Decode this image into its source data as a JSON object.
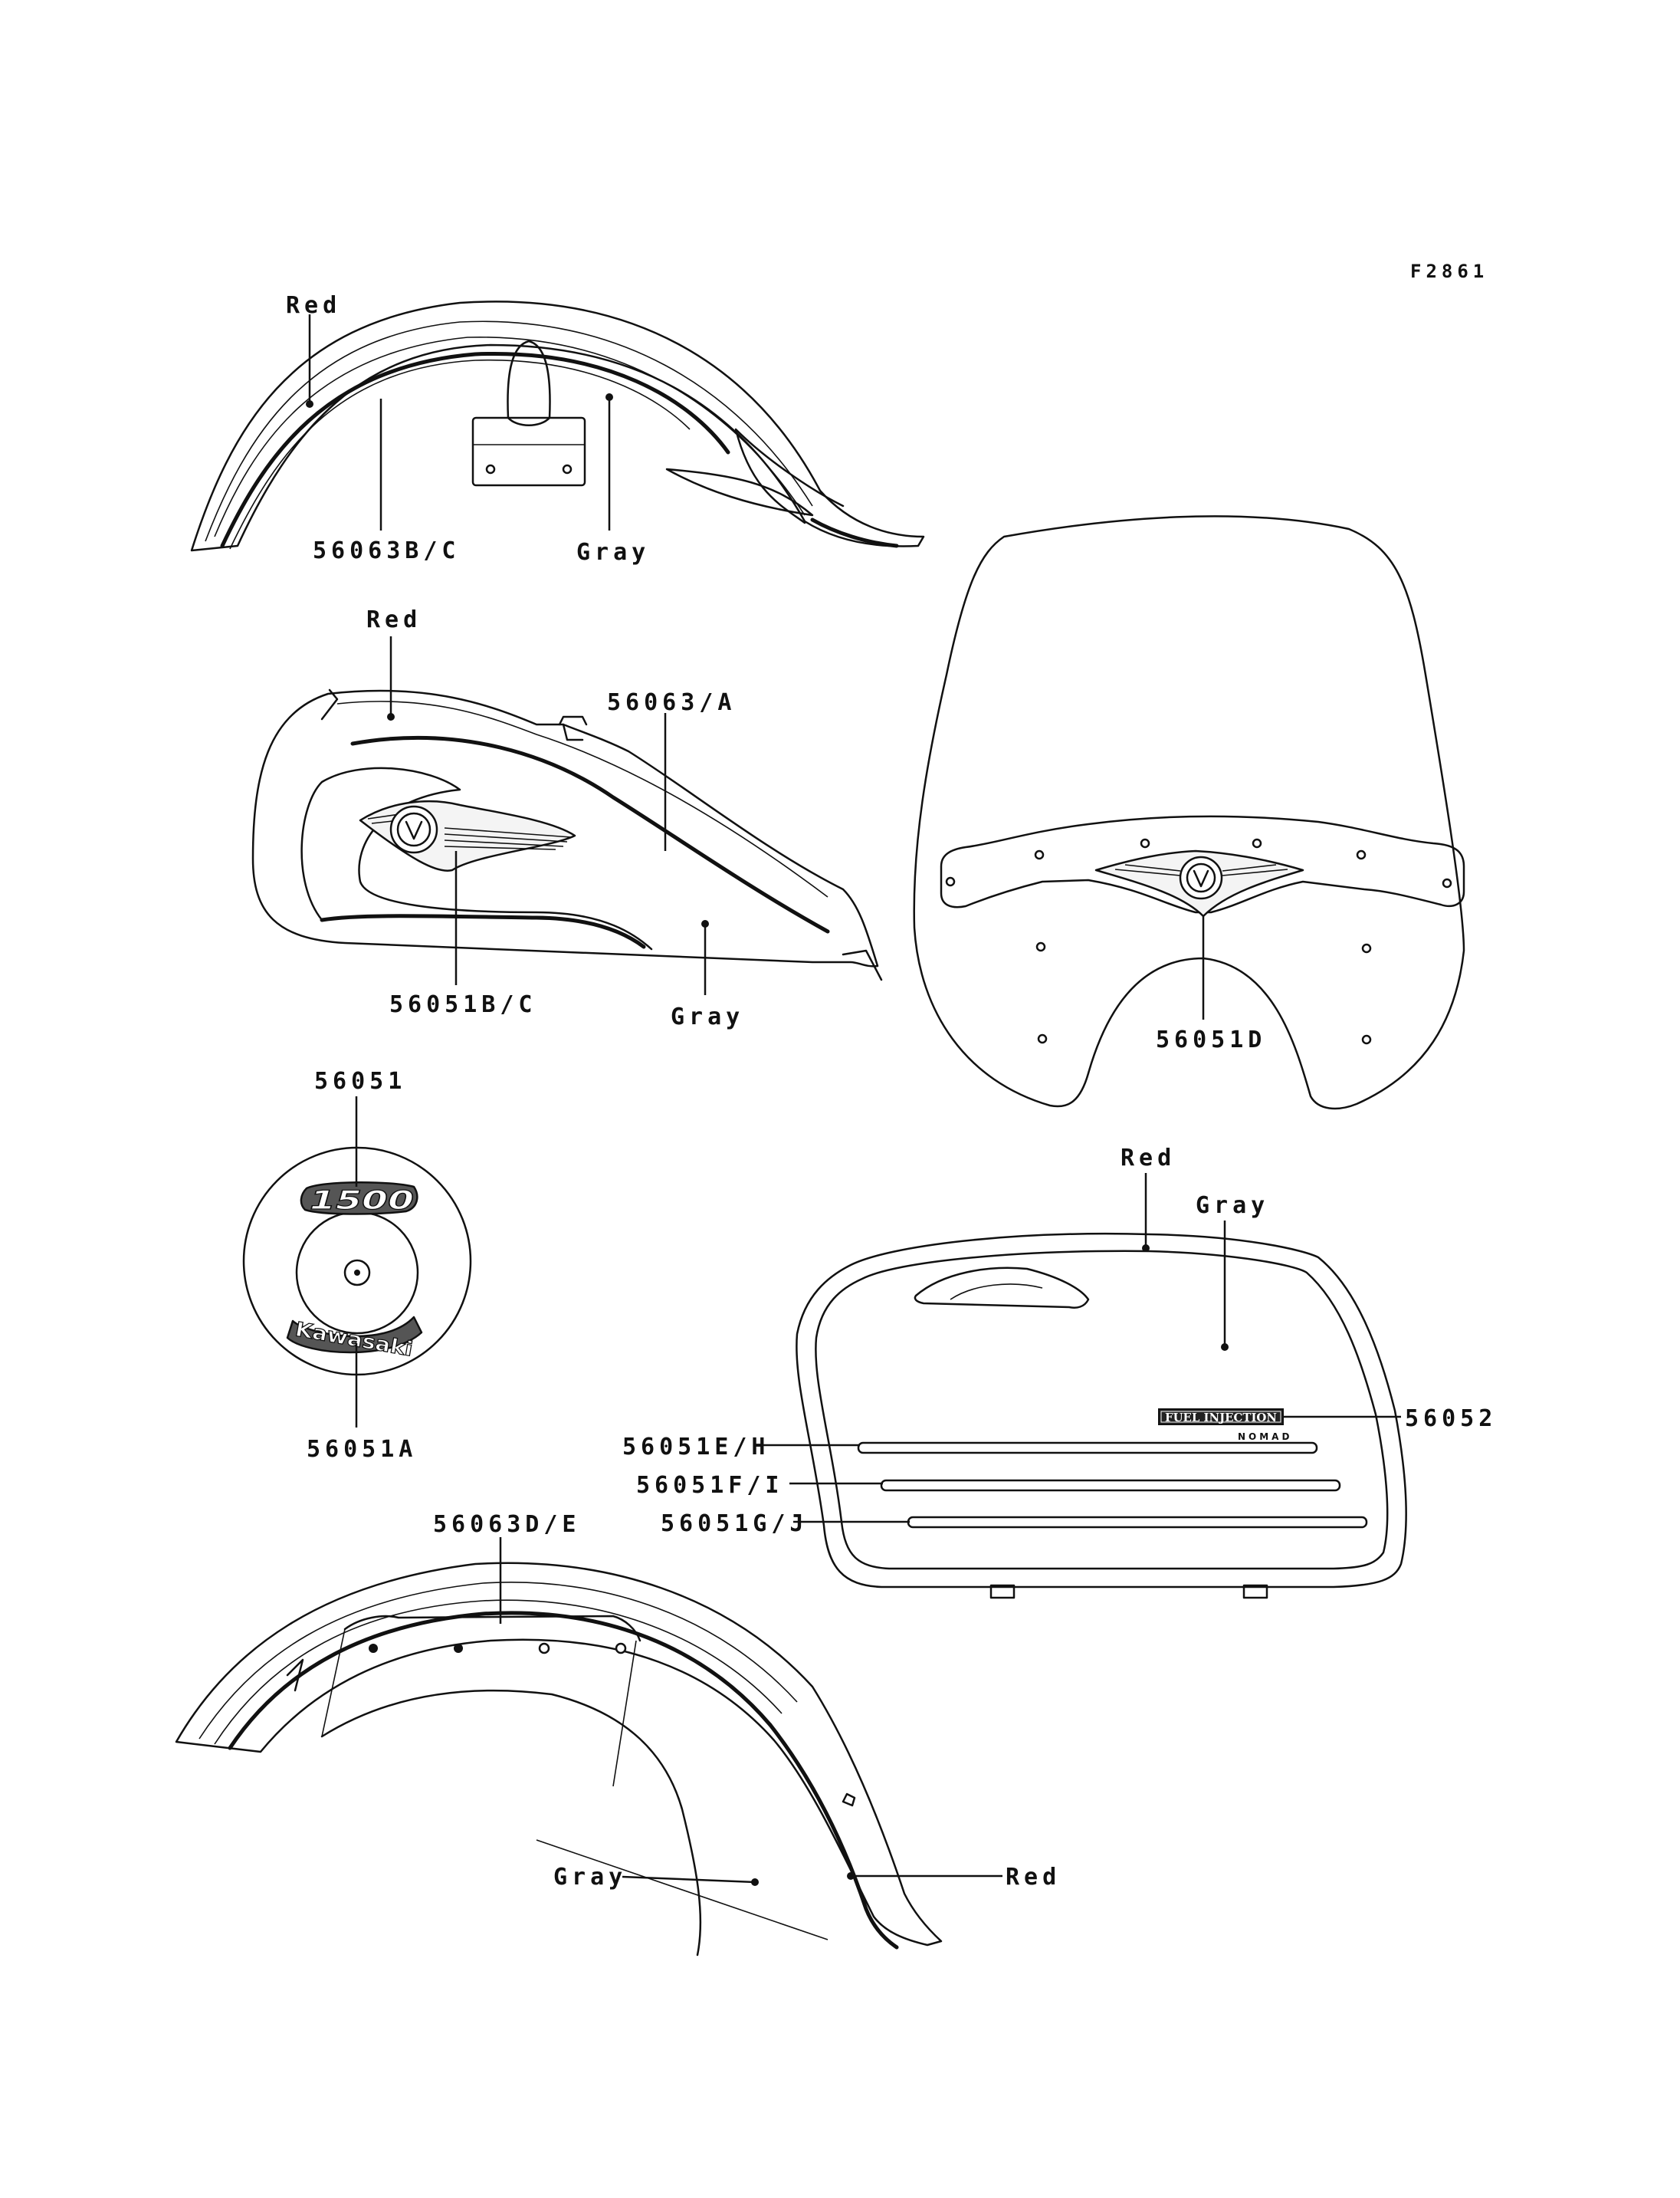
{
  "figure_code": "F2861",
  "front_fender": {
    "red_label": "Red",
    "part_label": "56063B/C",
    "gray_label": "Gray"
  },
  "fuel_tank": {
    "red_label": "Red",
    "stripe_label": "56063/A",
    "emblem_label": "56051B/C",
    "gray_label": "Gray"
  },
  "windshield": {
    "emblem_label": "56051D"
  },
  "side_cover": {
    "top_label": "56051",
    "bottom_label": "56051A",
    "badge_text": "1500",
    "brand_text": "Kawasaki"
  },
  "saddlebag": {
    "red_label": "Red",
    "gray_label": "Gray",
    "plate_label": "56052",
    "plate_text": "FUEL INJECTION",
    "plate_subtext": "NOMAD",
    "stripe_labels": [
      "56051E/H",
      "56051F/I",
      "56051G/J"
    ]
  },
  "rear_fender": {
    "stripe_label": "56063D/E",
    "gray_label": "Gray",
    "red_label": "Red"
  }
}
